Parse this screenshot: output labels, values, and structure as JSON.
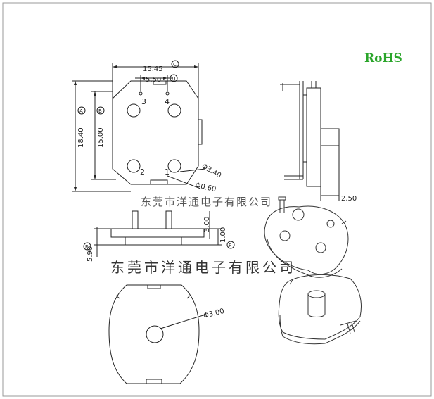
{
  "badge": {
    "rohs": "RoHS",
    "color": "#2aa52a"
  },
  "watermark": {
    "company": "东莞市洋通电子有限公司"
  },
  "top_view": {
    "dim_width": "15.45",
    "dim_width_ref": "C",
    "dim_pin_spacing": "5.50",
    "dim_pin_spacing_ref": "D",
    "dim_height": "18.40",
    "dim_height_ref": "A",
    "dim_inner_height": "15.00",
    "dim_inner_height_ref": "B",
    "dim_hole_large": "Φ3.40",
    "dim_hole_small": "Φ0.60",
    "pin_labels": [
      "3",
      "4",
      "2",
      "1"
    ]
  },
  "side_view": {
    "dim_offset": "2.50"
  },
  "front_view": {
    "dim_total": "5.90",
    "dim_total_ref": "E",
    "dim_pin_len": "3.00",
    "dim_base": "1.00",
    "dim_base_ref": "F"
  },
  "bottom_view": {
    "dim_center_hole": "Φ3.00"
  }
}
